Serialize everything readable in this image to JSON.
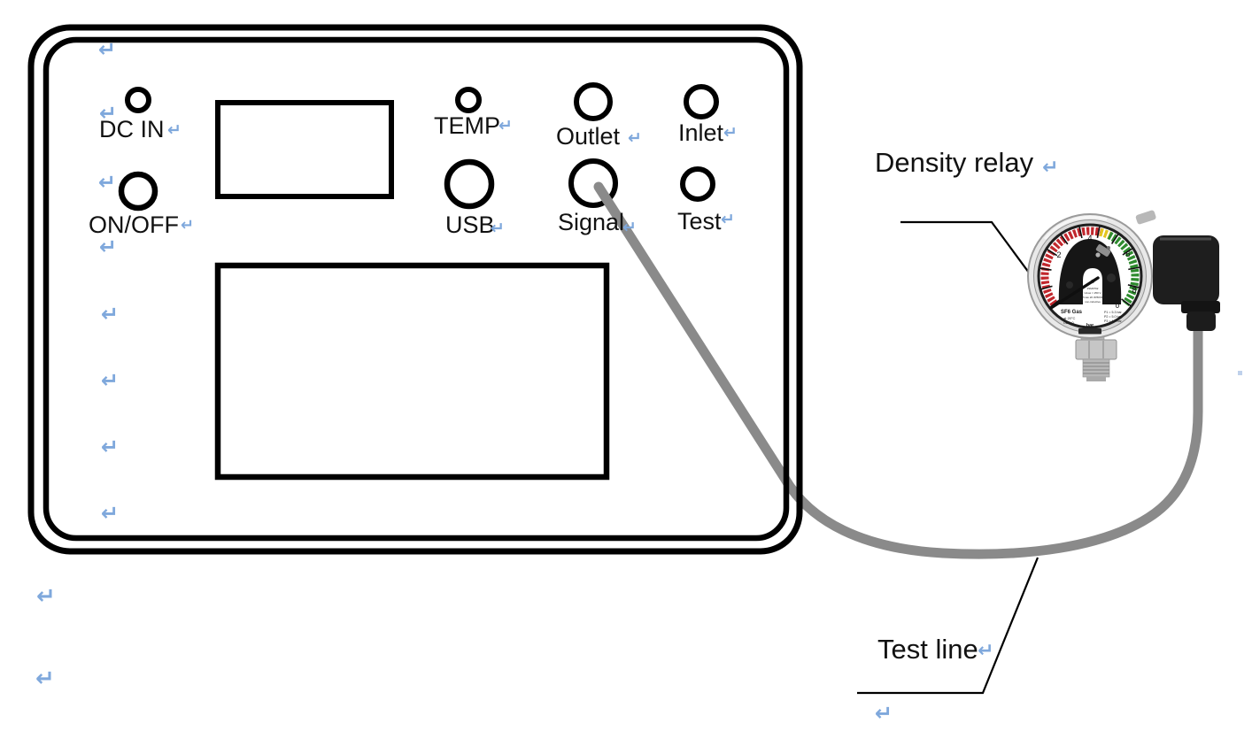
{
  "document": {
    "paragraph_mark_glyph": "↵",
    "paragraph_mark_color": "#7FA8DC"
  },
  "panel": {
    "ports": [
      {
        "id": "dc-in",
        "label": "DC IN"
      },
      {
        "id": "on-off",
        "label": "ON/OFF"
      },
      {
        "id": "temp",
        "label": "TEMP"
      },
      {
        "id": "usb",
        "label": "USB"
      },
      {
        "id": "outlet",
        "label": "Outlet"
      },
      {
        "id": "signal",
        "label": "Signal"
      },
      {
        "id": "inlet",
        "label": "Inlet"
      },
      {
        "id": "test",
        "label": "Test"
      }
    ]
  },
  "callouts": {
    "density_relay_label": "Density relay",
    "test_line_label": "Test line"
  },
  "gauge": {
    "tick_labels": {
      "start": "-1",
      "t2": "2",
      "t4": "4",
      "t6": "6",
      "t8": "8",
      "end": "0"
    },
    "dial_text": {
      "gas": "SF6 Gas",
      "ref": "at 20°C",
      "cl": "CL 1.0",
      "unit": "bar",
      "sp1": "P1 = 5.3 bar",
      "sp2": "P2 = 5.0 bar",
      "sp3": "P3 = 4.5 bar",
      "m1": "2SM0762",
      "m2": "Umax = 250 V",
      "m3": "Pmax 20 W/50VA",
      "m4": "non-inductive"
    },
    "band_colors": {
      "red": "#C1272D",
      "yellow": "#E3C51F",
      "green": "#2E8B2E"
    }
  },
  "cable_color": "#8A8A8A"
}
